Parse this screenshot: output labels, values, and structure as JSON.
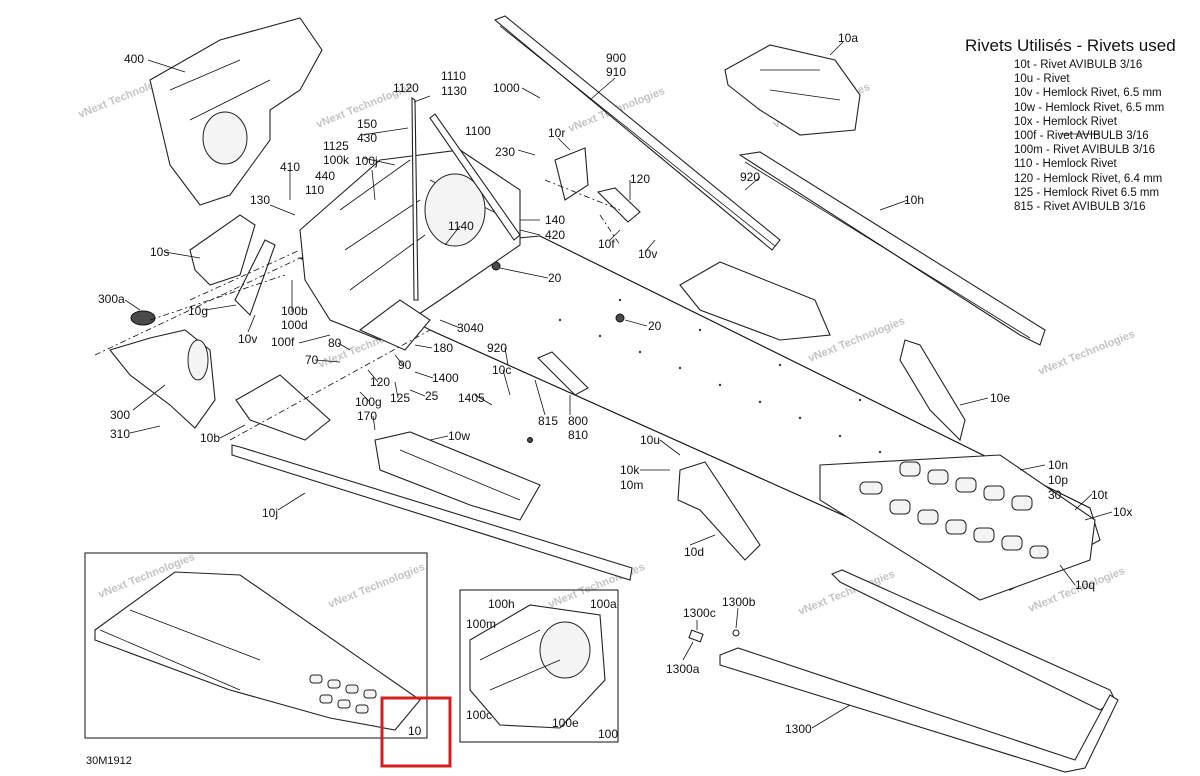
{
  "legend": {
    "title": "Rivets Utilisés - Rivets used",
    "items": [
      "10t - Rivet AVIBULB 3/16",
      "10u - Rivet",
      "10v - Hemlock Rivet, 6.5 mm",
      "10w - Hemlock Rivet, 6.5 mm",
      "10x - Hemlock Rivet",
      "100f - Rivet AVIBULB 3/16",
      "100m - Rivet AVIBULB 3/16",
      "110 - Hemlock Rivet",
      "120 - Hemlock Rivet, 6.4 mm",
      "125 - Hemlock Rivet 6.5 mm",
      "815 - Rivet AVIBULB 3/16"
    ]
  },
  "diagram_code": "30M1912",
  "watermark": "vNext Technologies",
  "highlight_label": "10",
  "callouts": {
    "c400": "400",
    "c10a": "10a",
    "c1000": "1000",
    "c900": "900",
    "c910": "910",
    "c1110": "1110",
    "c1130": "1130",
    "c1120": "1120",
    "c150": "150",
    "c430": "430",
    "c1100": "1100",
    "c1125": "1125",
    "c100k": "100k",
    "c100j": "100j",
    "c440": "440",
    "c110": "110",
    "c410": "410",
    "c130": "130",
    "c10s": "10s",
    "c300a": "300a",
    "c10g": "10g",
    "c10v_a": "10v",
    "c100b": "100b",
    "c100d": "100d",
    "c100f": "100f",
    "c300": "300",
    "c310": "310",
    "c230": "230",
    "c10r": "10r",
    "c120_a": "120",
    "c10f": "10f",
    "c10v_b": "10v",
    "c920_a": "920",
    "c10h": "10h",
    "c140": "140",
    "c420": "420",
    "c1140": "1140",
    "c20_a": "20",
    "c20_b": "20",
    "c3040": "3040",
    "c80": "80",
    "c70": "70",
    "c180": "180",
    "c90": "90",
    "c1400": "1400",
    "c120_b": "120",
    "c125": "125",
    "c25": "25",
    "c100g": "100g",
    "c170": "170",
    "c10b": "10b",
    "c10w": "10w",
    "c920_b": "920",
    "c10c": "10c",
    "c1405": "1405",
    "c815": "815",
    "c800": "800",
    "c810": "810",
    "c10e": "10e",
    "c10u": "10u",
    "c10k": "10k",
    "c10m": "10m",
    "c10n": "10n",
    "c10p": "10p",
    "c30": "30",
    "c10t": "10t",
    "c10x": "10x",
    "c10d": "10d",
    "c10q": "10q",
    "c10j": "10j",
    "c100h": "100h",
    "c100a": "100a",
    "c100m": "100m",
    "c100c": "100c",
    "c100e": "100e",
    "c100": "100",
    "c1300c": "1300c",
    "c1300b": "1300b",
    "c1300a": "1300a",
    "c1300": "1300"
  }
}
